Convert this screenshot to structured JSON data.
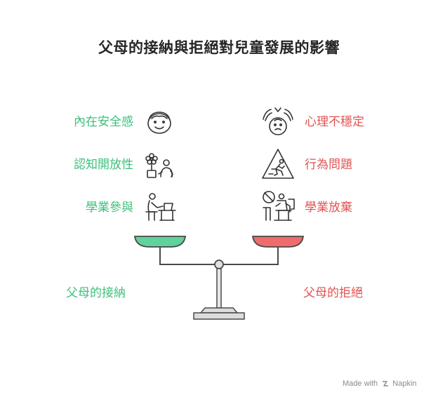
{
  "title": "父母的接納與拒絕對兒童發展的影響",
  "left": {
    "items": [
      "內在安全感",
      "認知開放性",
      "學業參與"
    ],
    "caption": "父母的接納",
    "pan_color": "#5fd39a"
  },
  "right": {
    "items": [
      "心理不穩定",
      "行為問題",
      "學業放棄"
    ],
    "caption": "父母的拒絕",
    "pan_color": "#f06b6b"
  },
  "footer": {
    "made_with": "Made with",
    "brand": "Napkin"
  }
}
